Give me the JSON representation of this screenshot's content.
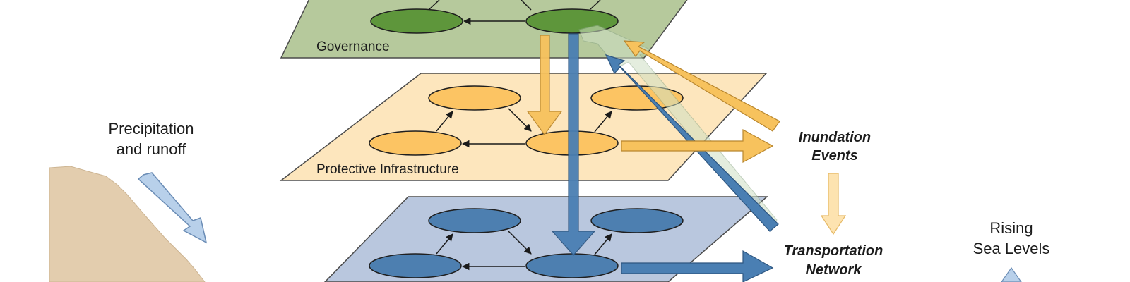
{
  "layers": {
    "governance": {
      "label": "Governance",
      "plane_fill": "#b6c99c",
      "node_fill": "#5e963b"
    },
    "protective": {
      "label": "Protective Infrastructure",
      "plane_fill": "#fde6bd",
      "node_fill": "#fcc463"
    },
    "transport": {
      "label": "",
      "plane_fill": "#b9c7de",
      "node_fill": "#4d7fb0"
    }
  },
  "drivers": {
    "precipitation": {
      "line1": "Precipitation",
      "line2": "and runoff"
    },
    "sea_levels": {
      "line1": "Rising",
      "line2": "Sea Levels"
    }
  },
  "events": {
    "inundation": {
      "line1": "Inundation",
      "line2": "Events"
    },
    "transportation": {
      "line1": "Transportation",
      "line2": "Network"
    }
  },
  "colors": {
    "orange_arrow": "#f7c25d",
    "blue_arrow": "#4a7fb3",
    "light_blue_arrow": "#b8d0ea",
    "light_orange_arrow": "#fde3b0",
    "land": "#e3cdae",
    "outline": "#4b4b4b"
  }
}
